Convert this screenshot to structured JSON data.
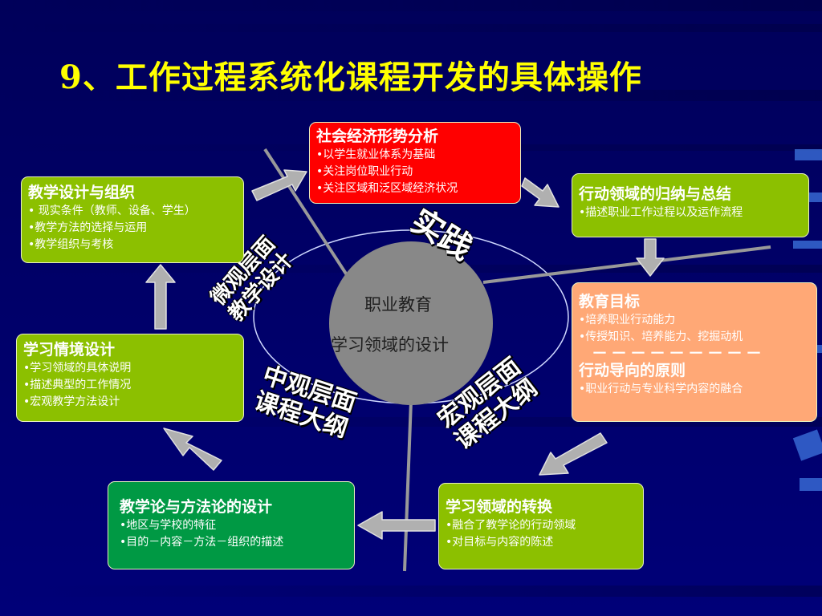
{
  "title": "9、工作过程系统化课程开发的具体操作",
  "center": {
    "line1": "职业教育",
    "line2": "学习领域的设计"
  },
  "labels": {
    "practice": "实践",
    "micro": {
      "line1": "微观层面",
      "line2": "教学设计"
    },
    "meso": {
      "line1": "中观层面",
      "line2": "课程大纲"
    },
    "macro": {
      "line1": "宏观层面",
      "line2": "课程大纲"
    }
  },
  "boxes": {
    "social": {
      "title": "社会经济形势分析",
      "items": [
        "以学生就业体系为基础",
        "关注岗位职业行动",
        "关注区域和泛区域经济状况"
      ]
    },
    "action_field": {
      "title": "行动领域的归纳与总结",
      "items": [
        "描述职业工作过程以及运作流程"
      ]
    },
    "edu_goal": {
      "title": "教育目标",
      "items": [
        "培养职业行动能力",
        "传授知识、培养能力、挖掘动机"
      ],
      "dashes": "－－－－－－－－－",
      "title2": "行动导向的原则",
      "items2": [
        "职业行动与专业科学内容的融合"
      ]
    },
    "transform": {
      "title": "学习领域的转换",
      "items": [
        "融合了教学论的行动领域",
        "对目标与内容的陈述"
      ]
    },
    "didactics": {
      "title": "教学论与方法论的设计",
      "items": [
        "地区与学校的特征",
        "目的－内容－方法－组织的描述"
      ]
    },
    "situation": {
      "title": "学习情境设计",
      "items": [
        "学习领域的具体说明",
        "描述典型的工作情况",
        "宏观教学方法设计"
      ]
    },
    "design": {
      "title": "教学设计与组织",
      "items": [
        " 现实条件（教师、设备、学生）",
        "教学方法的选择与运用",
        "教学组织与考核"
      ]
    }
  },
  "colors": {
    "background": "#000066",
    "title": "#ffff00",
    "green": "#8cc000",
    "red": "#ff0000",
    "salmon": "#ffa876",
    "dark_green": "#009944",
    "circle": "#888888"
  }
}
